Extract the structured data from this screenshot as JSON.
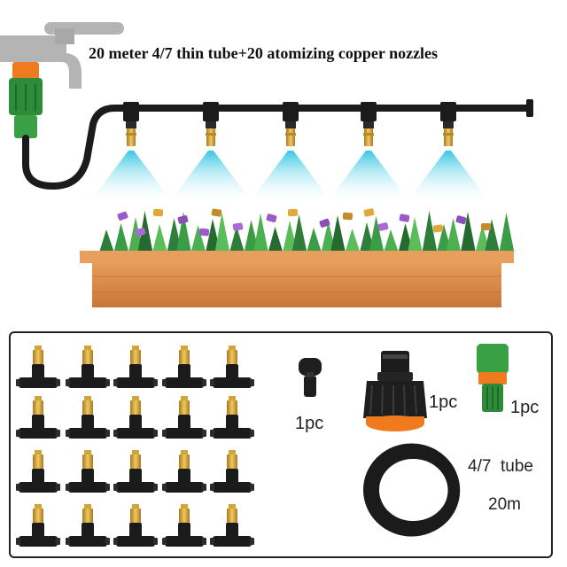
{
  "title": "20 meter 4/7 thin tube+20 atomizing copper nozzles",
  "parts": {
    "plug_qty": "1pc",
    "adapter_qty": "1pc",
    "connector_qty": "1pc",
    "tube_label": "4/7  tube",
    "tube_length": "20m"
  },
  "colors": {
    "connector_green": "#2e8b3a",
    "connector_orange": "#f07a1e",
    "brass": "#d4a43a",
    "tube": "#1b1b1b",
    "mist": "#5fd3e8",
    "planter": "#d9894a"
  }
}
